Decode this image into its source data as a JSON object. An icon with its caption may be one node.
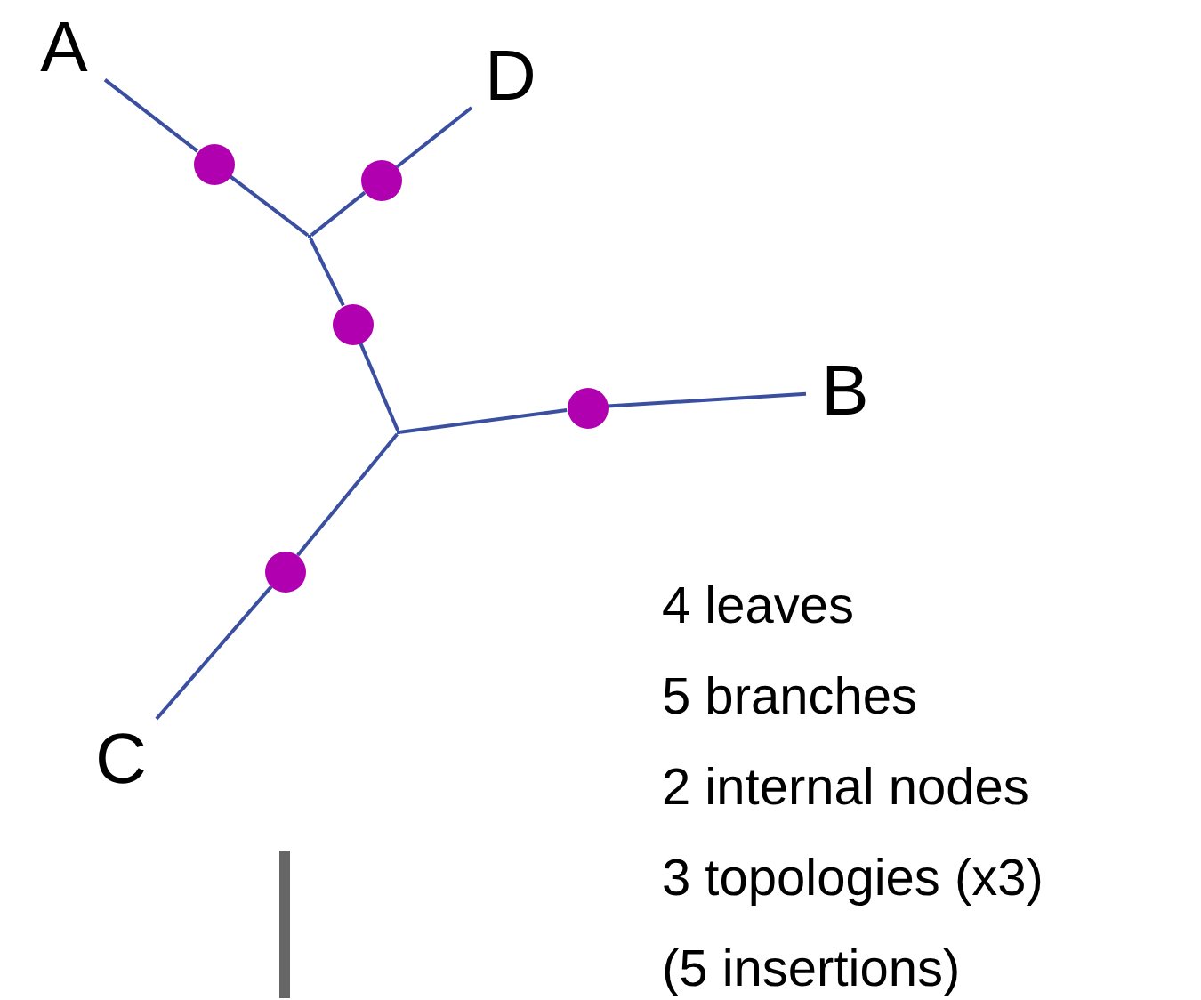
{
  "diagram": {
    "nodes": [
      {
        "text": [
          "A"
        ]
      },
      {
        "text": [
          "D"
        ]
      },
      {
        "text": [],
        "shape": "point"
      },
      {
        "text": [
          "B"
        ]
      },
      {
        "text": [],
        "shape": "point"
      },
      {
        "text": [
          "C"
        ]
      },
      {
        "text": [],
        "shape": "circle"
      },
      {
        "text": [],
        "shape": "circle"
      },
      {
        "text": [],
        "shape": "circle"
      },
      {
        "text": [],
        "shape": "circle"
      },
      {
        "text": [],
        "shape": "circle"
      }
    ],
    "edges": [
      {
        "from": 0,
        "to": 6,
        "arrow": "none"
      },
      {
        "from": 6,
        "to": 2,
        "arrow": "none"
      },
      {
        "from": 1,
        "to": 7,
        "arrow": "none"
      },
      {
        "from": 7,
        "to": 2,
        "arrow": "none"
      },
      {
        "from": 2,
        "to": 8,
        "arrow": "none"
      },
      {
        "from": 8,
        "to": 4,
        "arrow": "none"
      },
      {
        "from": 4,
        "to": 9,
        "arrow": "none"
      },
      {
        "from": 9,
        "to": 3,
        "arrow": "none"
      },
      {
        "from": 4,
        "to": 10,
        "arrow": "none"
      },
      {
        "from": 10,
        "to": 5,
        "arrow": "none"
      }
    ],
    "labels": [
      "4 leaves",
      "5 branches",
      "2 internal nodes",
      "3 topologies (x3)",
      "(5 insertions)"
    ]
  }
}
